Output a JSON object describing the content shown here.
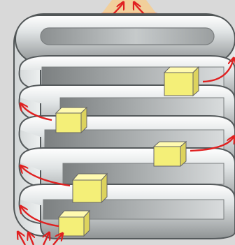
{
  "diagram": {
    "type": "stacked spiral ramp illustration",
    "background_color": "#d9d9d9",
    "metal_light": "#eef1f1",
    "metal_mid": "#b9bcbd",
    "metal_dark": "#7f8283",
    "outline_color": "#555a5c",
    "box_fill": "#f4ef78",
    "box_side": "#ddd35d",
    "box_top": "#fffab0",
    "arrow_color": "#e02020",
    "inlet_glow": "#f1cf9b",
    "level_count": 5,
    "box_count": 5,
    "icons": [
      "box-icon",
      "curved-arrow-icon",
      "straight-arrow-icon"
    ]
  }
}
